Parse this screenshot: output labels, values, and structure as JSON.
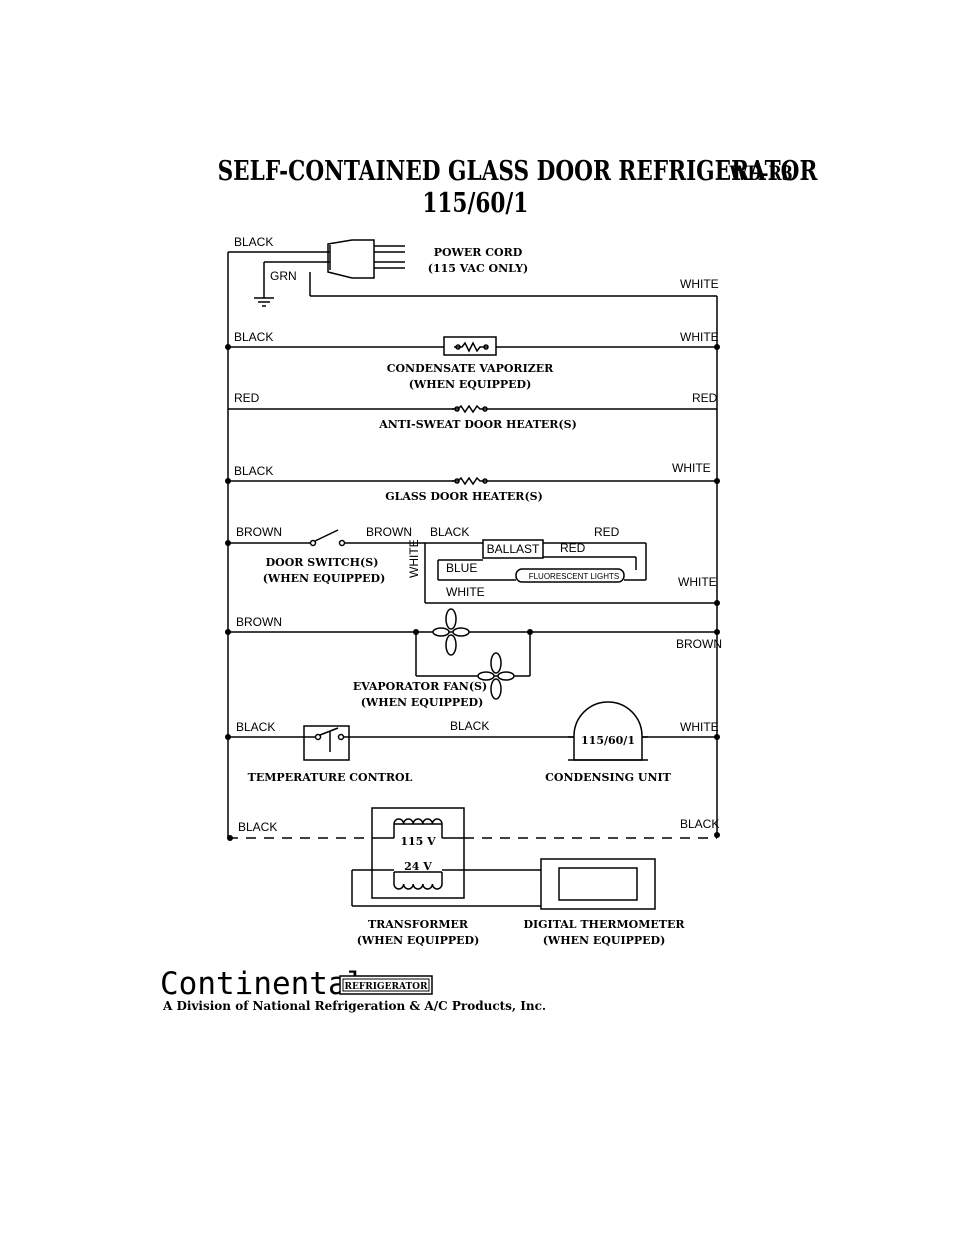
{
  "header": {
    "title": "SELF-CONTAINED GLASS DOOR REFRIGERATOR",
    "model": "WD-R3",
    "rating": "115/60/1"
  },
  "wire_labels": {
    "black_top": "BLACK",
    "grn": "GRN",
    "white_1": "WHITE",
    "black_2": "BLACK",
    "white_2": "WHITE",
    "red_left": "RED",
    "red_right": "RED",
    "black_4": "BLACK",
    "white_4": "WHITE",
    "brown_left": "BROWN",
    "brown_mid": "BROWN",
    "black_lamp": "BLACK",
    "red_lamp": "RED",
    "white_vertical": "WHITE",
    "white_lamp_right": "WHITE",
    "white_lamp_bottom": "WHITE",
    "blue": "BLUE",
    "red_ballast": "RED",
    "brown_fan_left": "BROWN",
    "brown_fan_right": "BROWN",
    "black_ctrl_left": "BLACK",
    "black_ctrl_mid": "BLACK",
    "white_ctrl_right": "WHITE",
    "black_bottom_left": "BLACK",
    "black_bottom_right": "BLACK"
  },
  "components": {
    "power_cord": "POWER CORD",
    "power_cord_note": "(115 VAC ONLY)",
    "condensate_vaporizer": "CONDENSATE VAPORIZER",
    "condensate_note": "(WHEN EQUIPPED)",
    "anti_sweat": "ANTI-SWEAT DOOR HEATER(S)",
    "glass_door_heater": "GLASS DOOR HEATER(S)",
    "door_switch": "DOOR SWITCH(S)",
    "door_switch_note": "(WHEN EQUIPPED)",
    "ballast": "BALLAST",
    "fluorescent": "FLUORESCENT LIGHTS",
    "evap_fan": "EVAPORATOR FAN(S)",
    "evap_fan_note": "(WHEN EQUIPPED)",
    "temp_control": "TEMPERATURE CONTROL",
    "condensing_rating": "115/60/1",
    "condensing_unit": "CONDENSING UNIT",
    "xfmr_primary": "115 V",
    "xfmr_secondary": "24 V",
    "transformer": "TRANSFORMER",
    "transformer_note": "(WHEN EQUIPPED)",
    "digital_thermo": "DIGITAL THERMOMETER",
    "digital_thermo_note": "(WHEN EQUIPPED)"
  },
  "footer": {
    "brand": "Continental",
    "badge": "REFRIGERATOR",
    "division": "A Division of National Refrigeration & A/C Products, Inc."
  }
}
